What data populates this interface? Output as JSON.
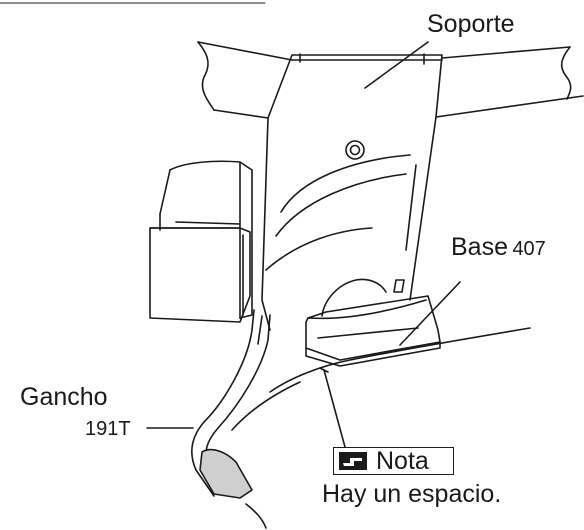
{
  "labels": {
    "soporte": "Soporte",
    "base": "Base",
    "base_num": "407",
    "gancho": "Gancho",
    "gancho_num": "191T",
    "nota": "Nota",
    "nota_text": "Hay un espacio."
  },
  "icons": {
    "note": "pointing-hand-icon"
  },
  "colors": {
    "line": "#1a1a1a",
    "shade": "#cfcfcf",
    "background": "#ffffff"
  }
}
